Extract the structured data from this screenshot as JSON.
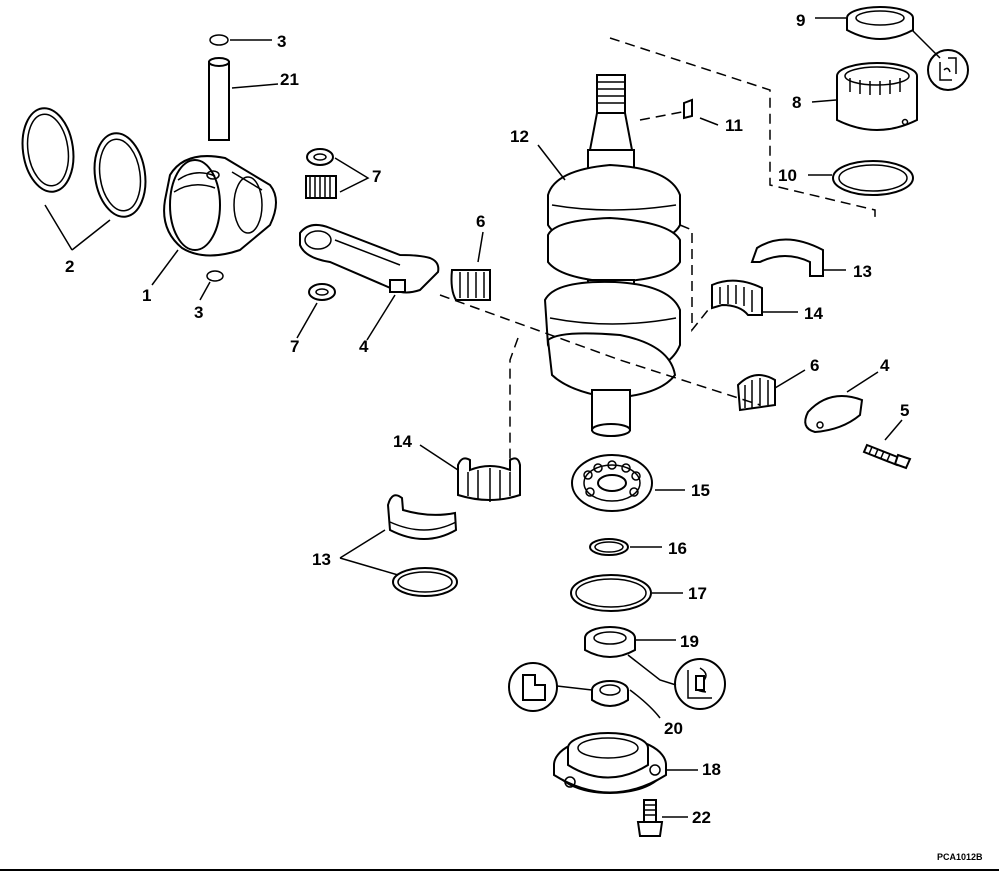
{
  "callouts": {
    "c1": "1",
    "c2": "2",
    "c3_top": "3",
    "c3_bottom": "3",
    "c4_rod": "4",
    "c4_cap": "4",
    "c5": "5",
    "c6_left": "6",
    "c6_right": "6",
    "c7_top": "7",
    "c7_bottom": "7",
    "c8": "8",
    "c9": "9",
    "c10": "10",
    "c11": "11",
    "c12": "12",
    "c13_right": "13",
    "c13_left": "13",
    "c14_right": "14",
    "c14_left": "14",
    "c15": "15",
    "c16": "16",
    "c17": "17",
    "c18": "18",
    "c19": "19",
    "c20": "20",
    "c21": "21",
    "c22": "22"
  },
  "figure_code": "PCA1012B",
  "colors": {
    "ink": "#000000",
    "paper": "#ffffff"
  },
  "icons": [
    "lubricant-symbol-icon",
    "sealant-symbol-icon",
    "grease-symbol-icon"
  ]
}
